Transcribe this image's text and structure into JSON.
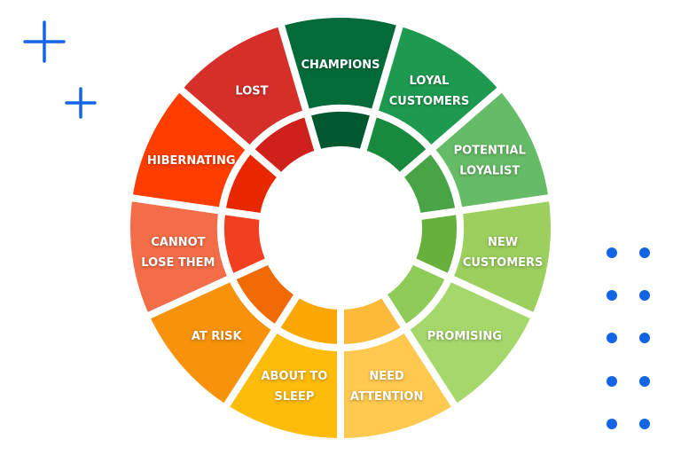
{
  "accent_color": "#1464e6",
  "segments": [
    {
      "lines": [
        "CHAMPIONS"
      ],
      "color": "#036a3a",
      "inner": "#02582f"
    },
    {
      "lines": [
        "LOYAL",
        "CUSTOMERS"
      ],
      "color": "#1e9a50",
      "inner": "#188a3e"
    },
    {
      "lines": [
        "POTENTIAL",
        "LOYALIST"
      ],
      "color": "#66bb66",
      "inner": "#48a447"
    },
    {
      "lines": [
        "NEW",
        "CUSTOMERS"
      ],
      "color": "#9ccf5e",
      "inner": "#67b03c"
    },
    {
      "lines": [
        "PROMISING"
      ],
      "color": "#a5d86b",
      "inner": "#8fcb58"
    },
    {
      "lines": [
        "NEED",
        "ATTENTION"
      ],
      "color": "#ffc94f",
      "inner": "#fdb93a"
    },
    {
      "lines": [
        "ABOUT TO",
        "SLEEP"
      ],
      "color": "#fdbb0a",
      "inner": "#fba703"
    },
    {
      "lines": [
        "AT RISK"
      ],
      "color": "#f7920a",
      "inner": "#f06a05"
    },
    {
      "lines": [
        "CANNOT",
        "LOSE THEM"
      ],
      "color": "#f36d48",
      "inner": "#f23f1f"
    },
    {
      "lines": [
        "HIBERNATING"
      ],
      "color": "#ff3d00",
      "inner": "#e82700"
    },
    {
      "lines": [
        "LOST"
      ],
      "color": "#d62f2a",
      "inner": "#d0201c"
    }
  ]
}
